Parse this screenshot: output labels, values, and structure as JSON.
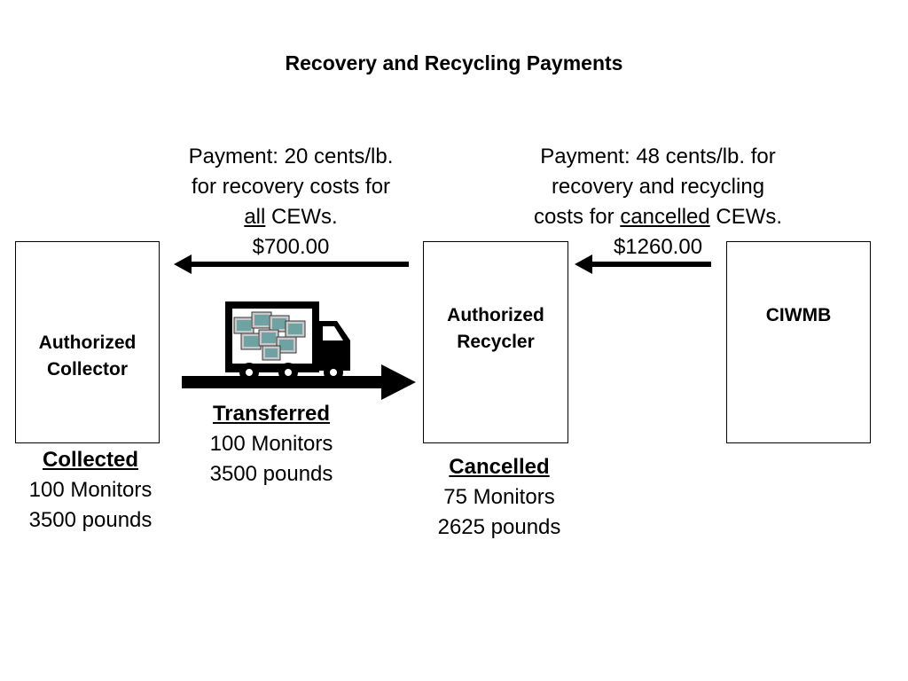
{
  "title": "Recovery and Recycling Payments",
  "boxes": {
    "collector": {
      "line1": "Authorized",
      "line2": "Collector"
    },
    "recycler": {
      "line1": "Authorized",
      "line2": "Recycler"
    },
    "ciwmb": {
      "label": "CIWMB"
    }
  },
  "payment_left": {
    "line1": "Payment:  20 cents/lb.",
    "line2": "for recovery costs for",
    "line3_underlined": "all",
    "line3_rest": " CEWs.",
    "amount": "$700.00"
  },
  "payment_right": {
    "line1": "Payment:  48 cents/lb. for",
    "line2": "recovery and recycling",
    "line3_pre": "costs for ",
    "line3_underlined": "cancelled",
    "line3_rest": " CEWs.",
    "amount": "$1260.00"
  },
  "transferred": {
    "heading": "Transferred",
    "monitors": "100 Monitors",
    "pounds": "3500 pounds"
  },
  "collected": {
    "heading": "Collected",
    "monitors": "100 Monitors",
    "pounds": "3500 pounds"
  },
  "cancelled": {
    "heading": "Cancelled",
    "monitors": "75 Monitors",
    "pounds": "2625 pounds"
  },
  "icons": {
    "truck": "truck-icon",
    "monitors": "monitor-icon"
  },
  "colors": {
    "line": "#000000",
    "background": "#ffffff",
    "monitor_screen": "#6fa3a3",
    "monitor_body": "#c8c8c8"
  }
}
